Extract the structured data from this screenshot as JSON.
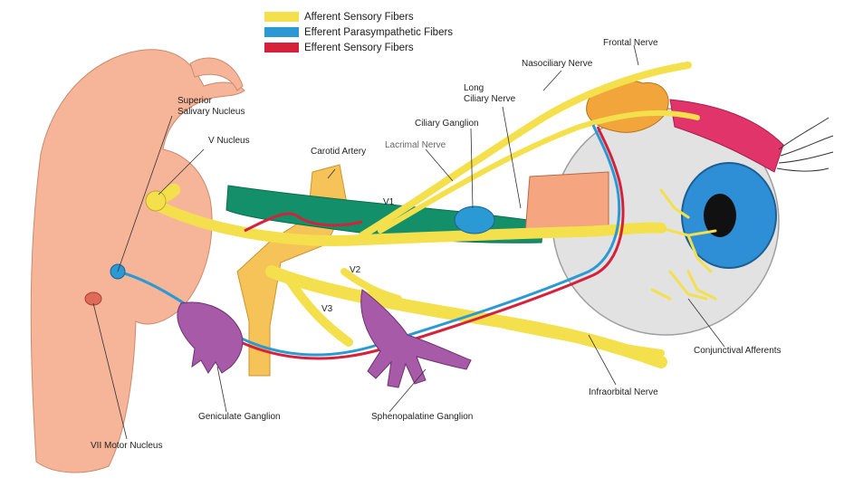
{
  "legend": [
    {
      "label": "Afferent Sensory Fibers",
      "color": "#f4e04d"
    },
    {
      "label": "Efferent Parasympathetic Fibers",
      "color": "#2b9ad4"
    },
    {
      "label": "Efferent Sensory Fibers",
      "color": "#d6213b"
    }
  ],
  "labels": {
    "superior_salivary_nucleus": "Superior\nSalivary Nucleus",
    "v_nucleus": "V Nucleus",
    "carotid_artery": "Carotid Artery",
    "lacrimal_nerve": "Lacrimal Nerve",
    "ciliary_ganglion": "Ciliary Ganglion",
    "long_ciliary_nerve": "Long\nCiliary Nerve",
    "nasociliary_nerve": "Nasociliary Nerve",
    "frontal_nerve": "Frontal Nerve",
    "v1": "V1",
    "v2": "V2",
    "v3": "V3",
    "conjunctival_afferents": "Conjunctival Afferents",
    "infraorbital_nerve": "Infraorbital Nerve",
    "sphenopalatine_ganglion": "Sphenopalatine Ganglion",
    "geniculate_ganglion": "Geniculate Ganglion",
    "vii_motor_nucleus": "VII Motor Nucleus"
  },
  "colors": {
    "brainstem": "#f6b598",
    "nerve_yellow": "#f4e04d",
    "parasympathetic_blue": "#2b9ad4",
    "sensory_red": "#d6213b",
    "artery_orange": "#f5c357",
    "muscle_green": "#13906a",
    "ganglion_purple": "#a65aa8",
    "eyeball_grey": "#e2e2e2",
    "iris_blue": "#2e8fd6",
    "lacrimal_gland_orange": "#f2a53a",
    "eyelid_pink": "#e0346a"
  }
}
